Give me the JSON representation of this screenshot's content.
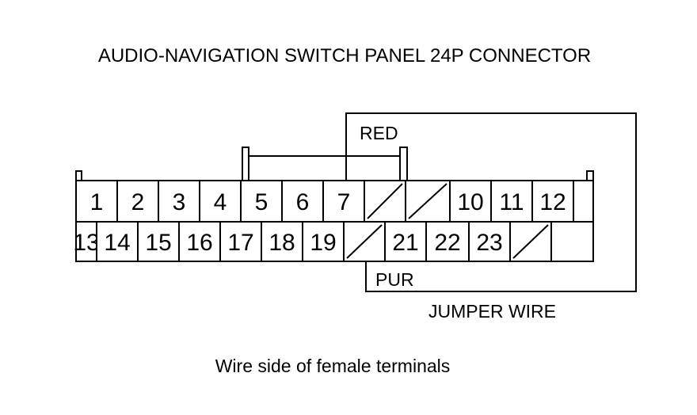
{
  "title": "AUDIO-NAVIGATION SWITCH PANEL 24P CONNECTOR",
  "labels": {
    "red": "RED",
    "pur": "PUR",
    "jumper": "JUMPER WIRE"
  },
  "caption": "Wire side of female terminals",
  "connector": {
    "top_row": [
      "1",
      "2",
      "3",
      "4",
      "5",
      "6",
      "7",
      "",
      "",
      "10",
      "11",
      "12"
    ],
    "bottom_row": [
      "13",
      "14",
      "15",
      "16",
      "17",
      "18",
      "19",
      "",
      "21",
      "22",
      "23",
      ""
    ]
  },
  "colors": {
    "line": "#000000",
    "background": "#ffffff"
  }
}
